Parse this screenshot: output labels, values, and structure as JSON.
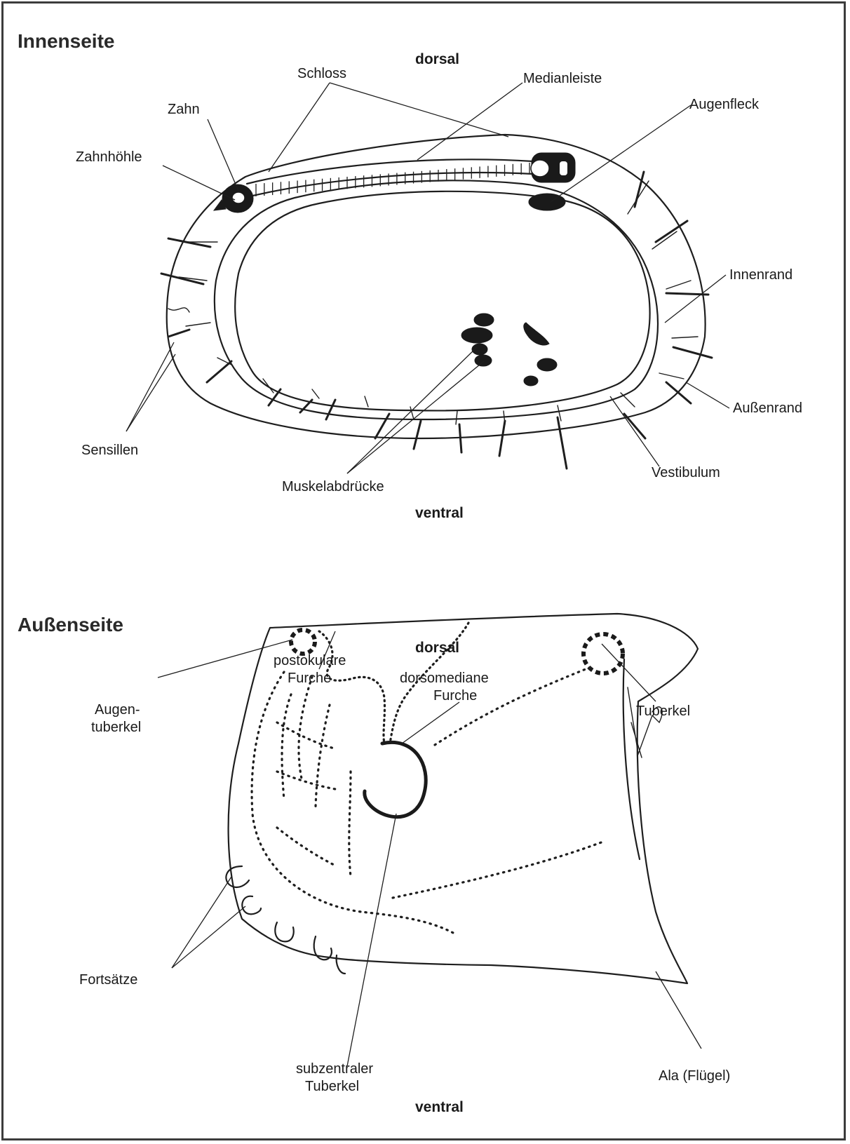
{
  "inner": {
    "heading": "Innenseite",
    "dorsal": "dorsal",
    "ventral": "ventral",
    "labels": {
      "schloss": "Schloss",
      "medianleiste": "Medianleiste",
      "zahn": "Zahn",
      "augenfleck": "Augenfleck",
      "zahnhoehle": "Zahnhöhle",
      "innenrand": "Innenrand",
      "aussenrand": "Außenrand",
      "sensillen": "Sensillen",
      "vestibulum": "Vestibulum",
      "muskelabdruecke": "Muskelabdrücke"
    }
  },
  "outer": {
    "heading": "Außenseite",
    "dorsal": "dorsal",
    "ventral": "ventral",
    "labels": {
      "postokulare_1": "postokulare",
      "postokulare_2": "Furche",
      "dorsomediane_1": "dorsomediane",
      "dorsomediane_2": "Furche",
      "augentuberkel_1": "Augen-",
      "augentuberkel_2": "tuberkel",
      "tuberkel": "Tuberkel",
      "fortsaetze": "Fortsätze",
      "subzentraler_1": "subzentraler",
      "subzentraler_2": "Tuberkel",
      "ala": "Ala (Flügel)"
    }
  },
  "colors": {
    "ink": "#1a1a1a",
    "frame": "#3c3c3c",
    "background": "#ffffff"
  }
}
